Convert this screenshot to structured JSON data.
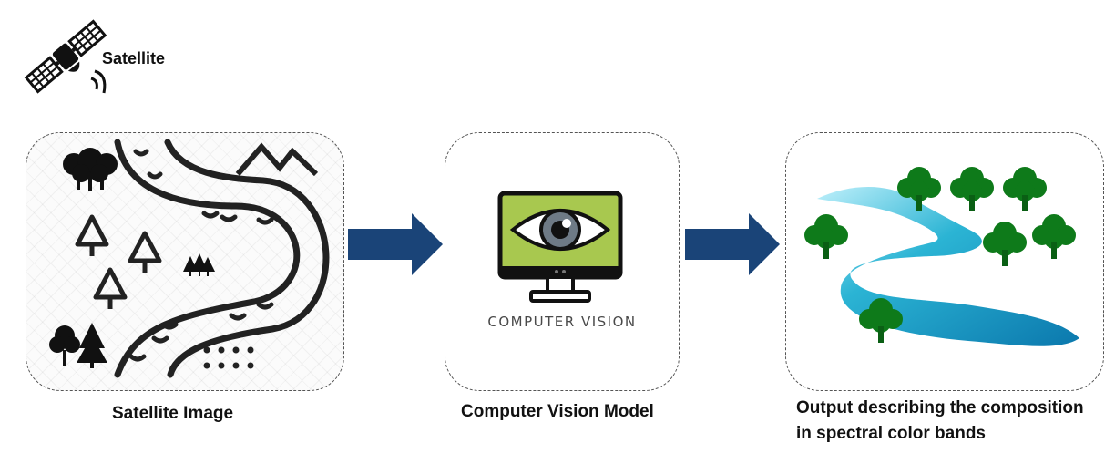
{
  "header": {
    "icon": "satellite-icon",
    "label": "Satellite"
  },
  "stages": [
    {
      "id": "input",
      "icon": "map-icon",
      "caption": "Satellite Image"
    },
    {
      "id": "model",
      "icon": "computer-vision-monitor-icon",
      "panel_text": "COMPUTER VISION",
      "caption": "Computer Vision Model"
    },
    {
      "id": "output",
      "icon": "river-trees-icon",
      "caption_line1": "Output describing the composition",
      "caption_line2": "in spectral color bands"
    }
  ],
  "arrows": [
    {
      "from": "input",
      "to": "model",
      "icon": "right-arrow-icon"
    },
    {
      "from": "model",
      "to": "output",
      "icon": "right-arrow-icon"
    }
  ],
  "colors": {
    "arrow": "#1a4478",
    "tree": "#0e7a1a",
    "river": "#2bb4d4",
    "monitor_screen": "#a8c84f"
  }
}
